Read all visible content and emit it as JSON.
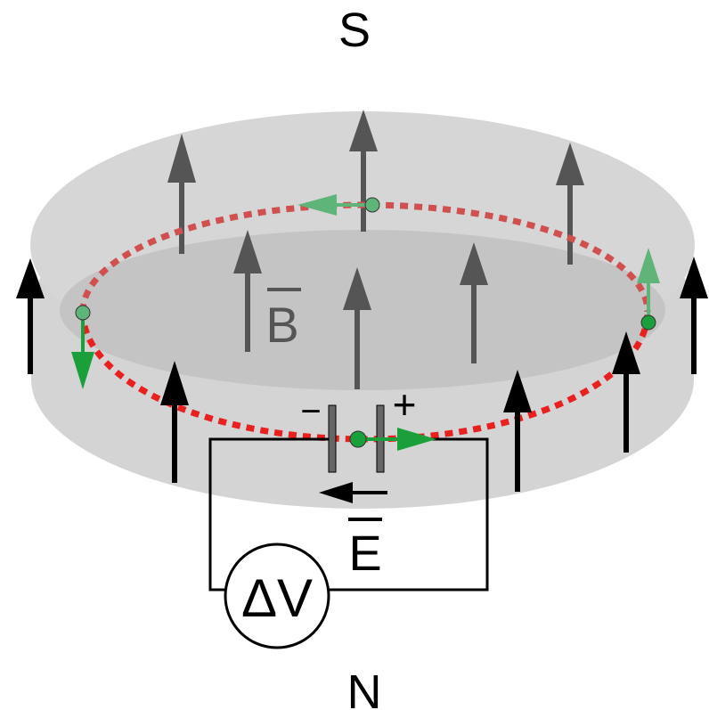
{
  "labels": {
    "south_pole": "S",
    "north_pole": "N",
    "b_field": "B",
    "e_field": "E",
    "voltmeter": "ΔV",
    "minus_terminal": "−",
    "plus_terminal": "+"
  },
  "colors": {
    "magnet_top": "#d6d6d6",
    "magnet_inner": "#c4c4c4",
    "magnet_bottom": "#d4d4d4",
    "field_arrow_gray": "#555555",
    "field_arrow_black": "#000000",
    "current_loop_red": "#e8201f",
    "charge_green": "#1a9f3a",
    "charge_green_faded": "#5fb47a",
    "text_gray": "#555555",
    "wire": "#000000"
  },
  "icons": {
    "voltmeter": "voltmeter-circle-icon",
    "battery": "battery-plates-icon",
    "charge": "charge-dot-icon"
  }
}
